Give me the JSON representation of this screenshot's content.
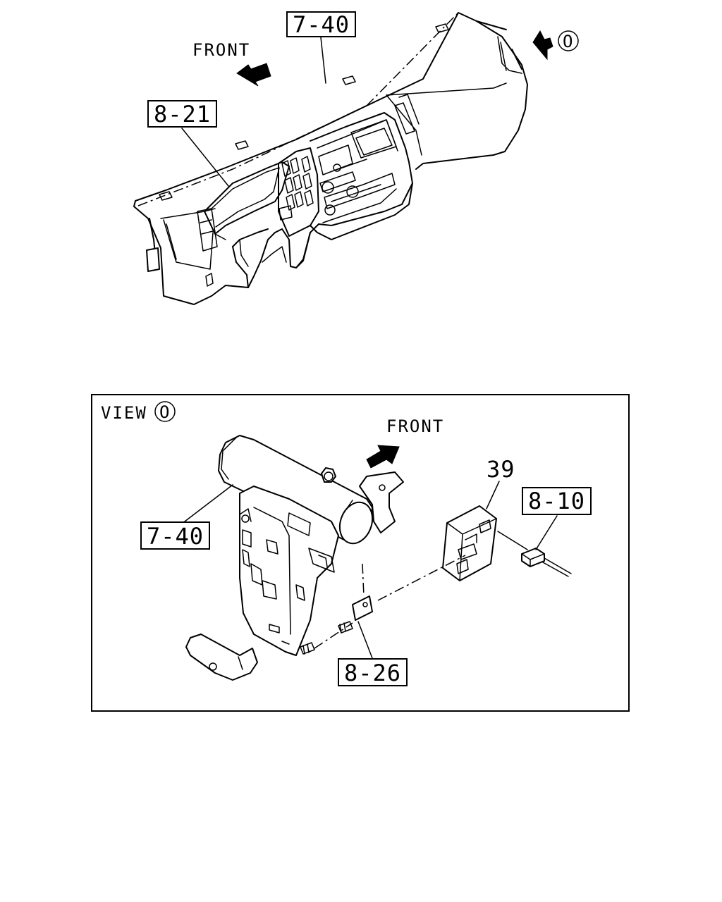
{
  "top_view": {
    "front_label": "FRONT",
    "view_marker": "O",
    "callouts": {
      "dashboard": "7-40",
      "meter_cluster": "8-21"
    }
  },
  "detail_view": {
    "title": "VIEW",
    "view_marker": "O",
    "front_label": "FRONT",
    "callouts": {
      "cross_beam": "7-40",
      "relay_part_no": "39",
      "connector": "8-10",
      "bracket": "8-26"
    }
  }
}
